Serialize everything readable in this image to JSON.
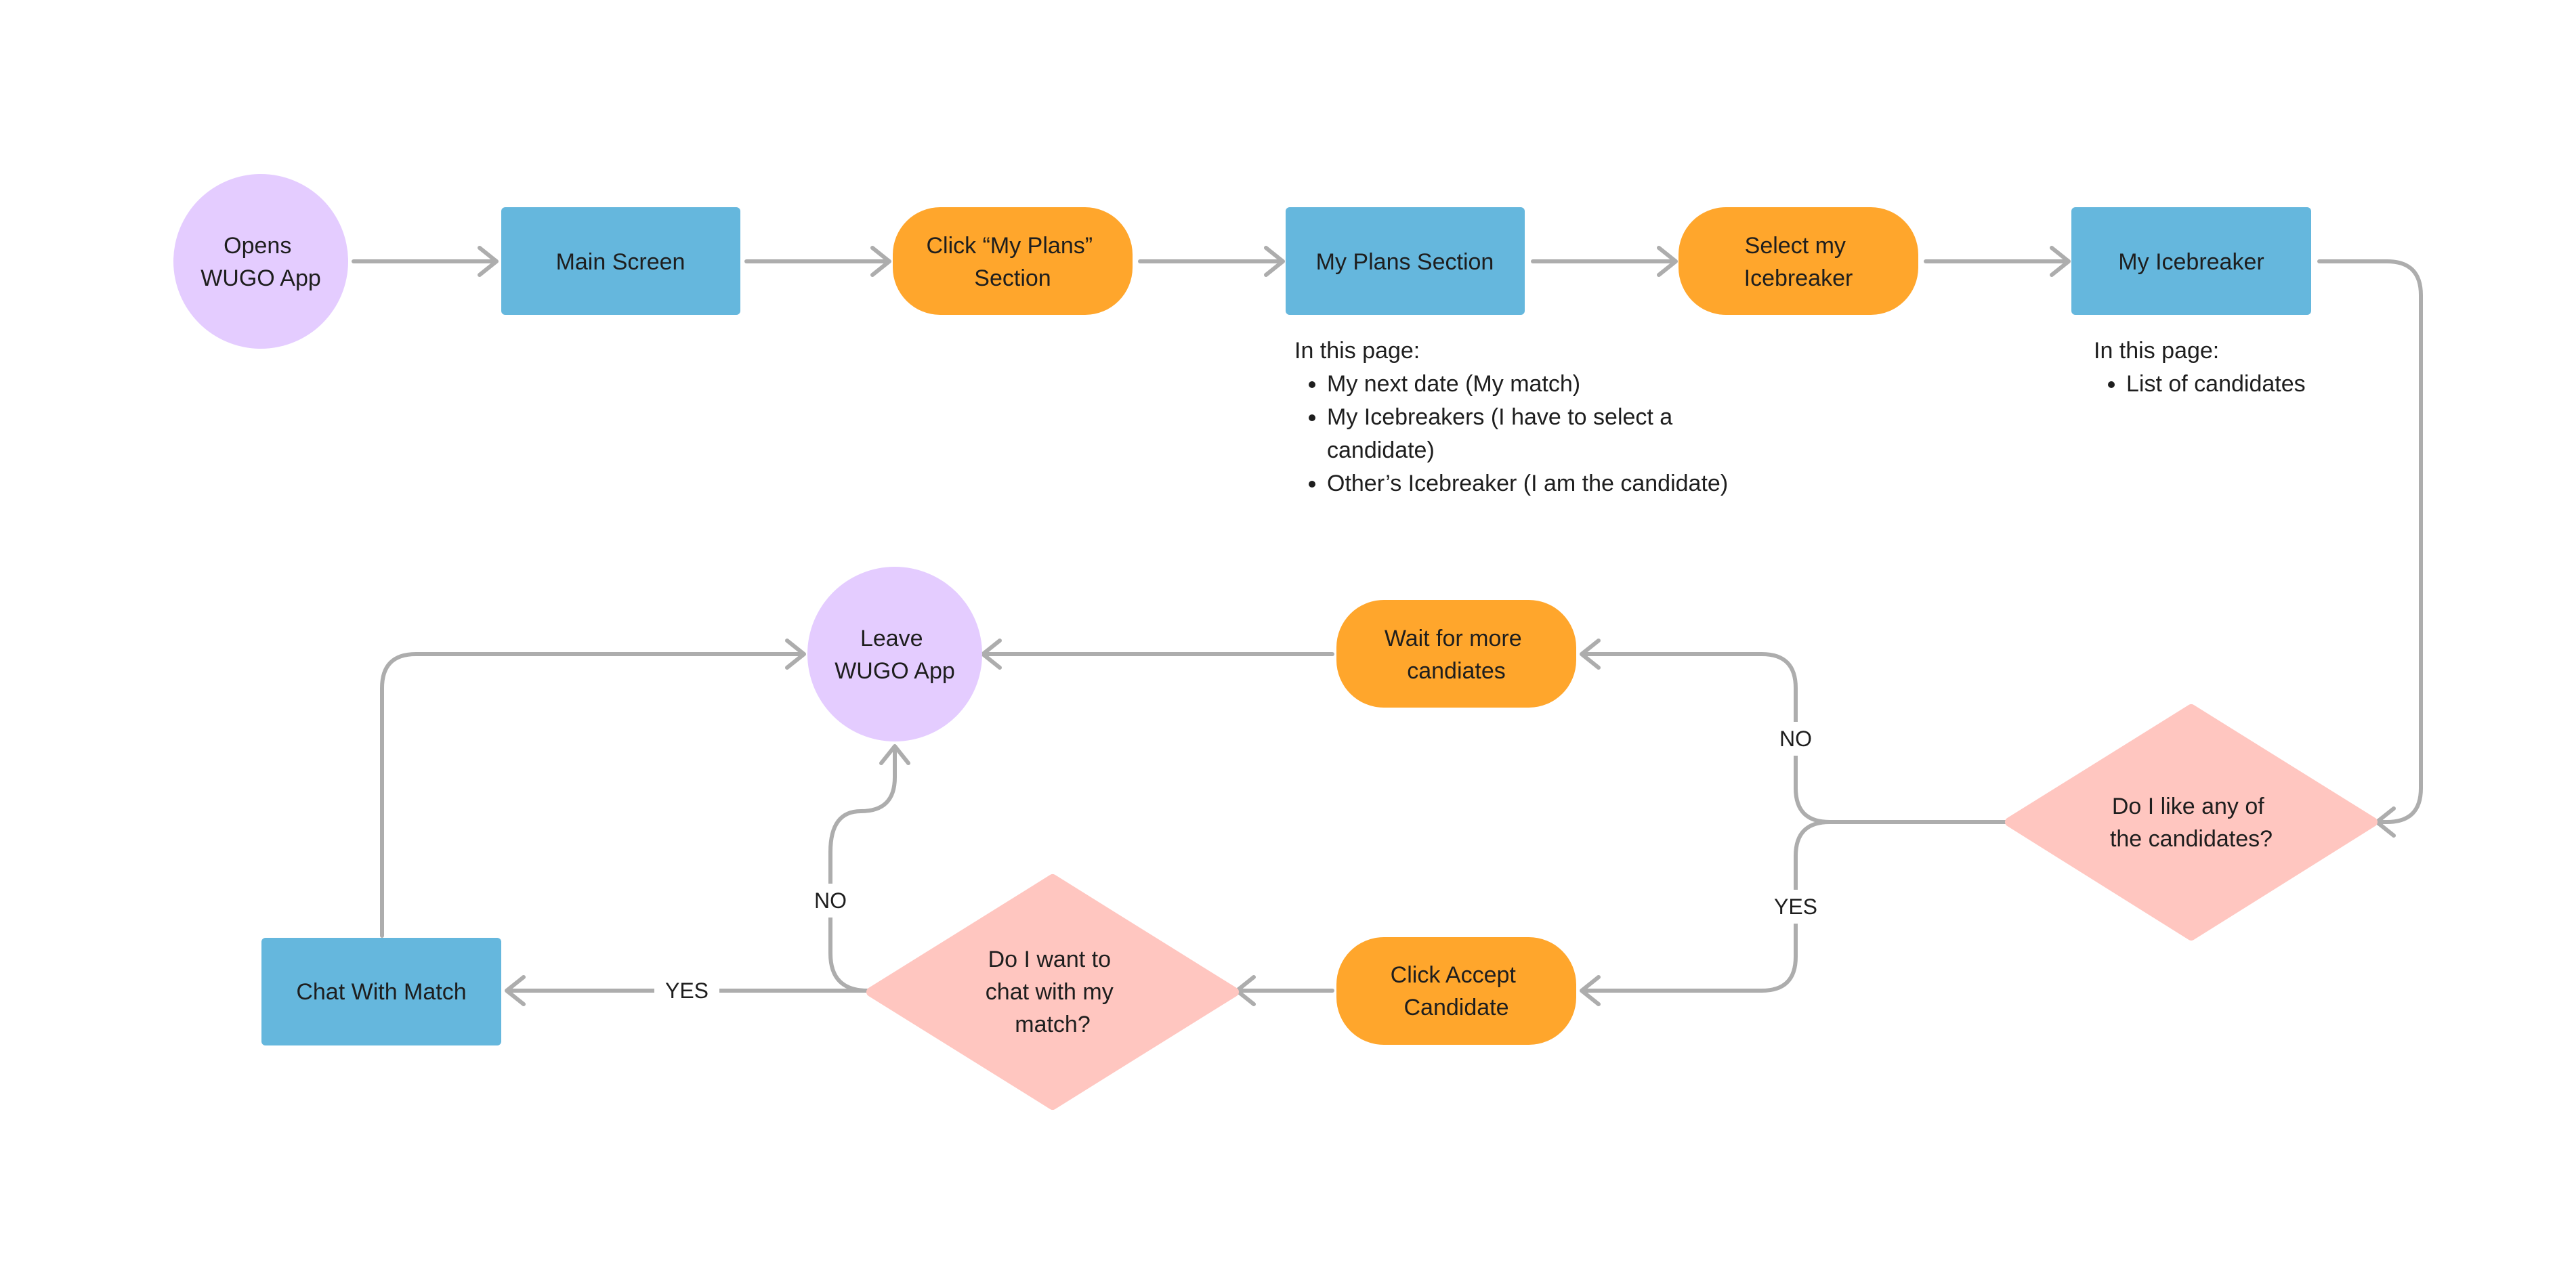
{
  "colors": {
    "terminal": "#E4CCFF",
    "screen": "#65B7DD",
    "action": "#FFA62C",
    "decision": "#FFC6C0",
    "connector": "#ADADAD"
  },
  "nodes": {
    "opens_app": [
      "Opens",
      "WUGO App"
    ],
    "main_screen": [
      "Main Screen"
    ],
    "click_my_plans": [
      "Click “My Plans”",
      "Section"
    ],
    "my_plans_section": [
      "My Plans Section"
    ],
    "select_icebreaker": [
      "Select my",
      "Icebreaker"
    ],
    "my_icebreaker": [
      "My Icebreaker"
    ],
    "like_candidates": [
      "Do I like any of",
      "the candidates?"
    ],
    "wait_candidates": [
      "Wait for more",
      "candiates"
    ],
    "leave_app": [
      "Leave",
      "WUGO App"
    ],
    "click_accept": [
      "Click Accept",
      "Candidate"
    ],
    "want_chat": [
      "Do I want to",
      "chat with my",
      "match?"
    ],
    "chat_match": [
      "Chat With Match"
    ]
  },
  "edge_labels": {
    "no_upper": "NO",
    "yes_upper": "YES",
    "no_lower": "NO",
    "yes_lower": "YES"
  },
  "notes": {
    "my_plans": {
      "heading": "In this page:",
      "items": [
        "My next date  (My match)",
        "My Icebreakers  (I have to select a candidate)",
        "Other’s Icebreaker (I am the candidate)"
      ]
    },
    "my_icebreaker": {
      "heading": "In this page:",
      "items": [
        "List of candidates"
      ]
    }
  }
}
